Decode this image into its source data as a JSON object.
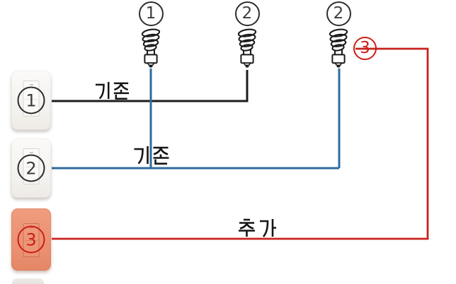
{
  "diagram": {
    "labels": {
      "existing_1": "기존",
      "existing_2": "기존",
      "added": "추가"
    },
    "bulbs": [
      {
        "number": "1"
      },
      {
        "number": "2"
      },
      {
        "number": "2"
      }
    ],
    "bulb_tag": {
      "number": "3"
    },
    "switches": [
      {
        "number": "1",
        "highlighted": false
      },
      {
        "number": "2",
        "highlighted": false
      },
      {
        "number": "3",
        "highlighted": true
      }
    ],
    "colors": {
      "wire_switch1_existing": "#1c1c1c",
      "wire_switch2_existing": "#2f6b9e",
      "wire_switch3_added": "#c8221e",
      "switch3_highlight_plate": "#eb9478",
      "tag_red": "#cb1f15",
      "outline": "#2d2d2d",
      "background": "#ffffff"
    }
  }
}
